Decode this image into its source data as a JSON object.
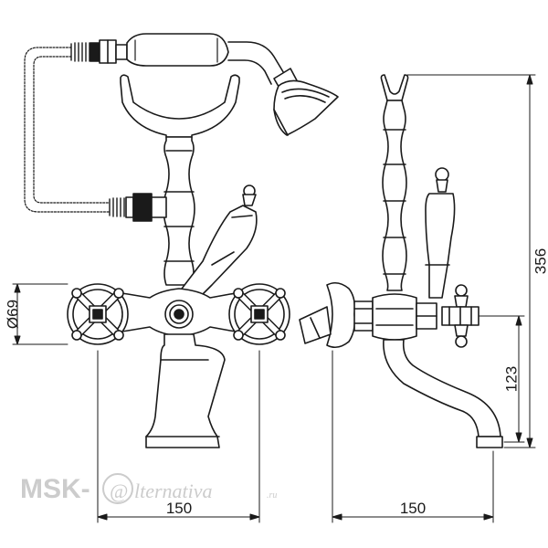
{
  "dimensions": {
    "front_width": "150",
    "side_width": "150",
    "height_total": "356",
    "height_spout": "123",
    "diameter": "Ø69"
  },
  "watermark": {
    "brand": "MSK-",
    "at": "@",
    "script": "lternativa",
    "domain": ".ru"
  }
}
